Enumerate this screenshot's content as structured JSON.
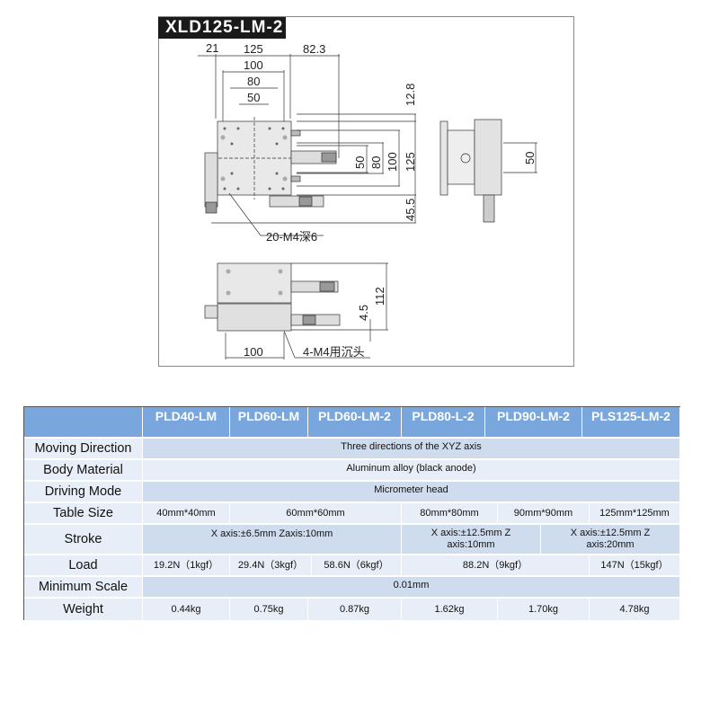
{
  "drawing": {
    "model_title": "XLD125-LM-2",
    "dims": {
      "d21": "21",
      "d125_top": "125",
      "d82_3": "82.3",
      "d100_top": "100",
      "d80_top": "80",
      "d50_top": "50",
      "d12_8": "12.8",
      "d50_v": "50",
      "d80_v": "80",
      "d100_v": "100",
      "d125_v": "125",
      "d45_5": "45.5",
      "d50_side": "50",
      "d112": "112",
      "d4_5": "4.5",
      "d100_bottom": "100"
    },
    "notes": {
      "top_holes": "20-M4深6",
      "bottom_holes": "4-M4用沉头"
    }
  },
  "table": {
    "headers": [
      "",
      "PLD40-LM",
      "PLD60-LM",
      "PLD60-LM-2",
      "PLD80-L-2",
      "PLD90-LM-2",
      "PLS125-LM-2"
    ],
    "rows": {
      "moving_direction": {
        "label": "Moving Direction",
        "value": "Three directions of the XYZ axis"
      },
      "body_material": {
        "label": "Body Material",
        "value": "Aluminum alloy (black anode)"
      },
      "driving_mode": {
        "label": "Driving Mode",
        "value": "Micrometer head"
      },
      "table_size": {
        "label": "Table Size",
        "values": [
          "40mm*40mm",
          "60mm*60mm",
          "80mm*80mm",
          "90mm*90mm",
          "125mm*125mm"
        ]
      },
      "stroke": {
        "label": "Stroke",
        "values": [
          "X axis:±6.5mm Zaxis:10mm",
          "X axis:±12.5mm Z axis:10mm",
          "X axis:±12.5mm Z axis:20mm"
        ]
      },
      "load": {
        "label": "Load",
        "values": [
          "19.2N（1kgf）",
          "29.4N（3kgf）",
          "58.6N（6kgf）",
          "88.2N（9kgf）",
          "147N（15kgf）"
        ]
      },
      "minimum_scale": {
        "label": "Minimum Scale",
        "value": "0.01mm"
      },
      "weight": {
        "label": "Weight",
        "values": [
          "0.44kg",
          "0.75kg",
          "0.87kg",
          "1.62kg",
          "1.70kg",
          "4.78kg"
        ]
      }
    }
  }
}
